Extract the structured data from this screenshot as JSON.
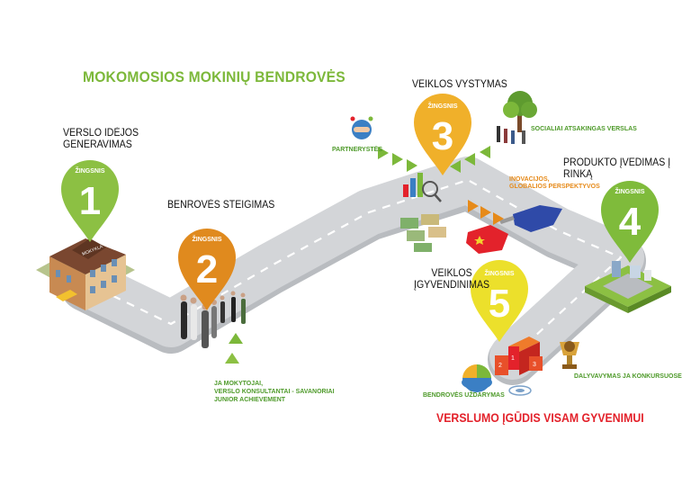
{
  "title": "MOKOMOSIOS MOKINIŲ BENDROVĖS",
  "steps": [
    {
      "word": "ŽINGSNIS",
      "number": "1",
      "label_lines": [
        "VERSLO IDĖJOS",
        "GENERAVIMAS"
      ],
      "color": "#8cc043"
    },
    {
      "word": "ŽINGSNIS",
      "number": "2",
      "label_lines": [
        "BENROVĖS STEIGIMAS"
      ],
      "color": "#e08a1e"
    },
    {
      "word": "ŽINGSNIS",
      "number": "3",
      "label_lines": [
        "VEIKLOS VYSTYMAS"
      ],
      "color": "#f0b02a"
    },
    {
      "word": "ŽINGSNIS",
      "number": "4",
      "label_lines": [
        "PRODUKTO ĮVEDIMAS Į RINKĄ"
      ],
      "color": "#7fbb3b"
    },
    {
      "word": "ŽINGSNIS",
      "number": "5",
      "label_lines": [
        "VEIKLOS",
        "ĮGYVENDINIMAS"
      ],
      "color": "#ece02b"
    }
  ],
  "school_sign": "MOKYKLA",
  "annotations": {
    "partners": "PARTNERYSTĖS",
    "social": "SOCIALIAI ATSAKINGAS VERSLAS",
    "innovation_lines": [
      "INOVACIJOS,",
      "GLOBALIOS PERSPEKTYVOS"
    ],
    "teachers_lines": [
      "JA MOKYTOJAI,",
      "VERSLO KONSULTANTAI - SAVANORIAI",
      "JUNIOR ACHIEVEMENT"
    ],
    "closing": "BENDROVĖS UŽDARYMAS",
    "contests": "DALYVAVYMAS JA KONKURSUOSE"
  },
  "podium_numbers": [
    "1",
    "2",
    "3"
  ],
  "footer": "VERSLUMO ĮGŪDIS VISAM GYVENIMUI",
  "colors": {
    "green": "#7cb83a",
    "orange": "#e68a19",
    "red": "#e3222b",
    "road": "#d3d5d8"
  }
}
